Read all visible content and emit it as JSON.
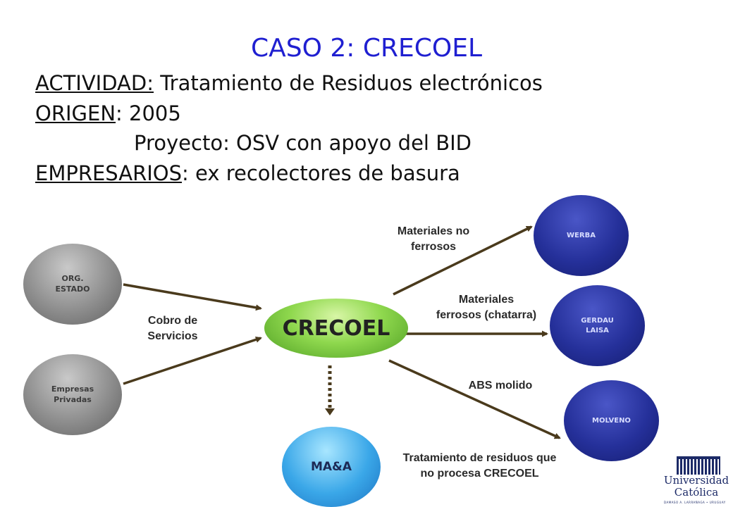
{
  "title": "CASO 2: CRECOEL",
  "info": {
    "actividad_label": "ACTIVIDAD:",
    "actividad_value": " Tratamiento de Residuos electrónicos",
    "origen_label": "ORIGEN",
    "origen_value": ": 2005",
    "proyecto": "Proyecto: OSV con apoyo del BID",
    "empresarios_label": "EMPRESARIOS",
    "empresarios_value": ": ex recolectores de basura"
  },
  "diagram": {
    "center": "CRECOEL",
    "sources": [
      "ORG.\nESTADO",
      "Empresas\nPrivadas"
    ],
    "targets": [
      "WERBA",
      "GERDAU\nLAISA",
      "MOLVENO"
    ],
    "bottom": "MA&A",
    "labels": {
      "cobro": "Cobro de\nServicios",
      "no_ferrosos": "Materiales no\nferrosos",
      "ferrosos": "Materiales\nferrosos (chatarra)",
      "abs": "ABS molido",
      "tratamiento": "Tratamiento de residuos que\nno procesa CRECOEL"
    },
    "colors": {
      "arrow": "#4a3a1c",
      "title": "#1f1fd1",
      "center": "#8fd84e",
      "targets": "#25309a",
      "sources": "#8e8e8e",
      "bottom": "#3aa7e8"
    }
  },
  "logo": {
    "line1": "Universidad",
    "line2": "Católica",
    "sub": "DAMASO A. LARRAÑAGA • URUGUAY"
  }
}
